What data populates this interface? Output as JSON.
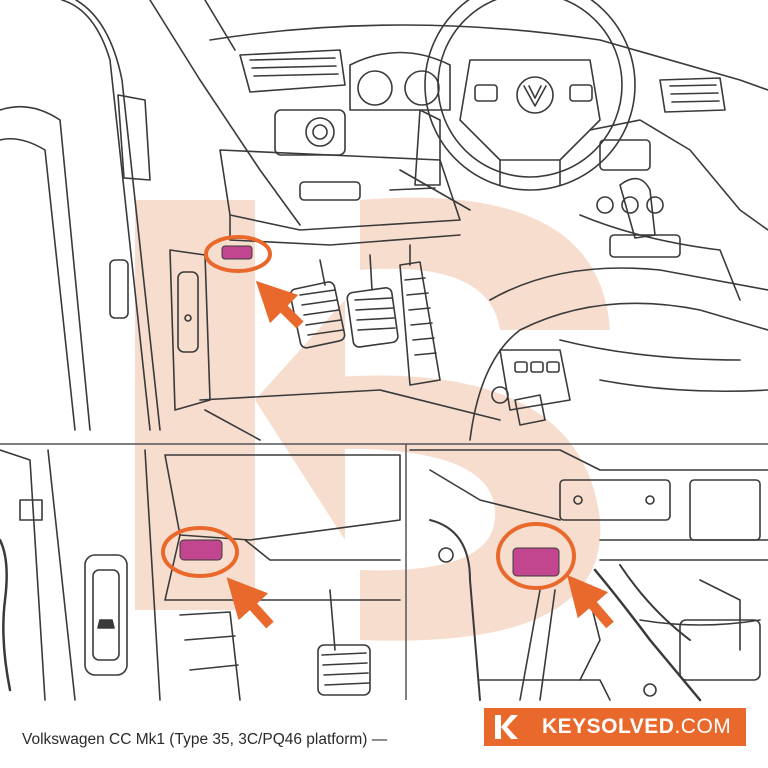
{
  "caption": "Volkswagen CC Mk1 (Type 35, 3C/PQ46 platform) —",
  "brand": {
    "name_bold": "KEYSOLVED",
    "name_suffix": ".COM",
    "logo": "ks-logo-icon"
  },
  "colors": {
    "accent": "#e9692c",
    "line": "#3a3a3a",
    "panel_border": "#555555",
    "port": "#c2458f",
    "watermark": "#f6d8c6"
  },
  "icons": [
    "obd-port-icon",
    "arrow-icon",
    "vw-logo-icon",
    "car-door-icon"
  ]
}
